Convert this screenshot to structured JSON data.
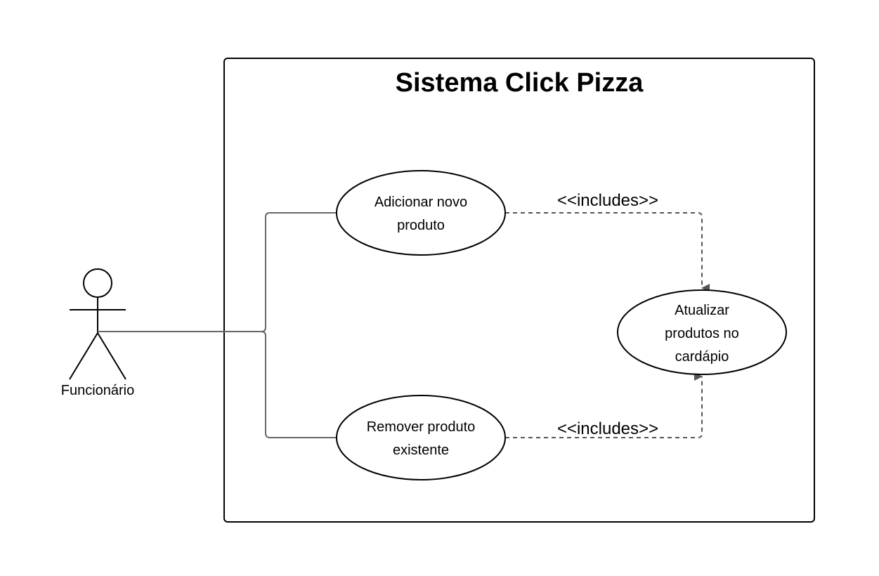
{
  "system": {
    "title": "Sistema Click Pizza"
  },
  "actor": {
    "label": "Funcionário"
  },
  "use_cases": {
    "add": {
      "line1": "Adicionar novo",
      "line2": "produto"
    },
    "remove": {
      "line1": "Remover produto",
      "line2": "existente"
    },
    "update": {
      "line1": "Atualizar",
      "line2": "produtos no",
      "line3": "cardápio"
    }
  },
  "relationships": {
    "include_top": "<<includes>>",
    "include_bottom": "<<includes>>"
  },
  "colors": {
    "stroke": "#000000",
    "connector": "#666666"
  }
}
